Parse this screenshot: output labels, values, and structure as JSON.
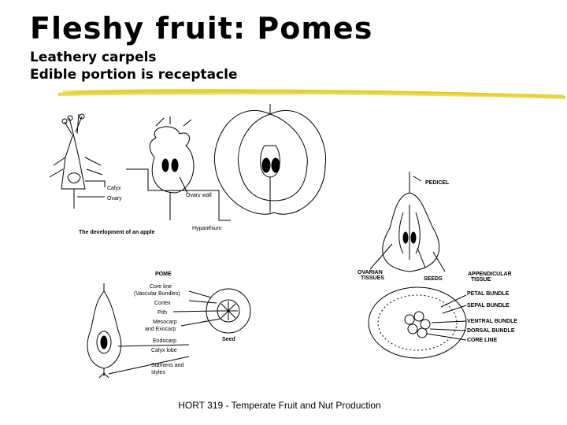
{
  "slide": {
    "title": "Fleshy fruit: Pomes",
    "line1": "Leathery carpels",
    "line2": "Edible portion is receptacle",
    "footer": "HORT 319 - Temperate Fruit and Nut Production"
  },
  "colors": {
    "accent_rule": "#e8d43a",
    "background": "#ffffff",
    "text": "#000000"
  },
  "panel_apple_development": {
    "caption": "The development of an apple",
    "labels": [
      "Calyx",
      "Ovary",
      "Ovary wall",
      "Hypanthium"
    ]
  },
  "panel_pome": {
    "heading": "POME",
    "labels": [
      "Core line",
      "(Vascular Bundles)",
      "Cortex",
      "Pith",
      "Mesocarp",
      "and Exocarp",
      "Endocarp",
      "Calyx lobe",
      "Stamens and",
      "styles",
      "Seed"
    ]
  },
  "panel_pear": {
    "labels": [
      "PEDICEL",
      "OVARIAN",
      "TISSUES",
      "SEEDS",
      "APPENDICULAR",
      "TISSUE",
      "PETAL BUNDLE",
      "SEPAL BUNDLE",
      "VENTRAL BUNDLE",
      "DORSAL BUNDLE",
      "CORE LINE"
    ]
  }
}
